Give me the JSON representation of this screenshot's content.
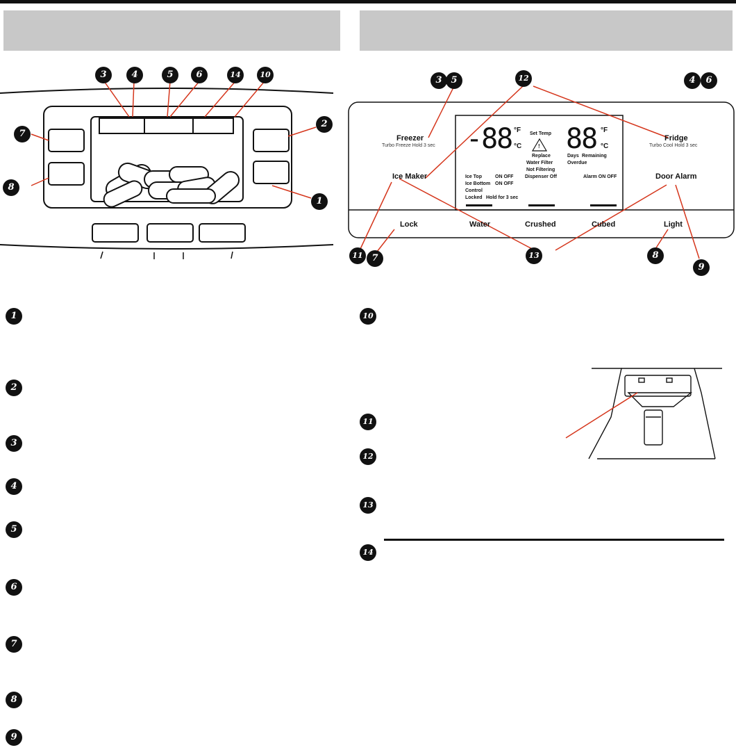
{
  "header": {
    "left_title": "",
    "right_title": ""
  },
  "left_callouts": [
    "3",
    "4",
    "5",
    "6",
    "14",
    "10",
    "7",
    "2",
    "8",
    "1"
  ],
  "right_callouts": [
    "3",
    "5",
    "12",
    "4",
    "6",
    "11",
    "7",
    "13",
    "8",
    "9"
  ],
  "panel": {
    "freezer": "Freezer",
    "freezer_sub": "Turbo Freeze Hold 3 sec",
    "fridge": "Fridge",
    "fridge_sub": "Turbo Cool Hold 3 sec",
    "ice_maker": "Ice Maker",
    "door_alarm": "Door Alarm",
    "buttons": [
      "Lock",
      "Water",
      "Crushed",
      "Cubed",
      "Light"
    ]
  },
  "lcd": {
    "freezer_digits": "-88",
    "fridge_digits": "88",
    "deg_f": "°F",
    "deg_c": "°C",
    "set_temp": "Set Temp",
    "warning_symbol": "!",
    "replace": "Replace",
    "water_filter": "Water Filter",
    "not_filtering": "Not Filtering",
    "dispenser_off": "Dispenser Off",
    "days": "Days",
    "remaining": "Remaining",
    "overdue": "Overdue",
    "ice_top": "Ice Top",
    "ice_top_state": "ON OFF",
    "ice_bottom": "Ice Bottom",
    "ice_bottom_state": "ON OFF",
    "control": "Control",
    "locked": "Locked",
    "hold": "Hold for 3 sec",
    "alarm": "Alarm ON OFF"
  },
  "items": [
    "1",
    "2",
    "3",
    "4",
    "5",
    "6",
    "7",
    "8",
    "9",
    "10",
    "11",
    "12",
    "13",
    "14"
  ]
}
